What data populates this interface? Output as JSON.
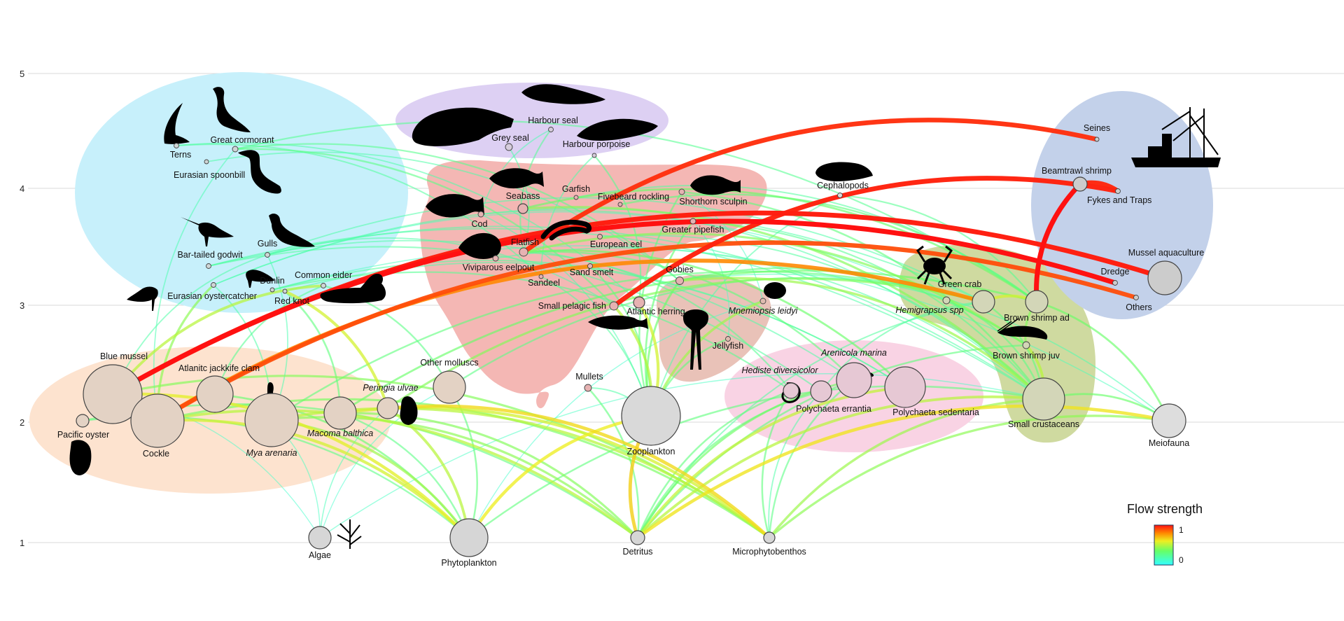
{
  "y_ticks": [
    "1",
    "2",
    "3",
    "4",
    "5"
  ],
  "legend": {
    "title": "Flow strength",
    "max": "1",
    "min": "0"
  },
  "colors": {
    "low": "#33ffff",
    "mid": "#ccee22",
    "high": "#ff1111"
  },
  "groups": [
    {
      "id": "birds",
      "color": "#c7f0fb"
    },
    {
      "id": "mammals",
      "color": "#ddd0f3"
    },
    {
      "id": "fish",
      "color": "#f4b7b4"
    },
    {
      "id": "jelly",
      "color": "#e9c2b8"
    },
    {
      "id": "bivalves",
      "color": "#fde3cf"
    },
    {
      "id": "polychaetes",
      "color": "#f9d3e4"
    },
    {
      "id": "crustaceans",
      "color": "#cfdaa0"
    },
    {
      "id": "fisheries",
      "color": "#c3d1ea"
    }
  ],
  "nodes": [
    {
      "id": "terns",
      "label": "Terns",
      "italic": false,
      "fill": "#cfd6d6"
    },
    {
      "id": "great_cormorant",
      "label": "Great cormorant",
      "italic": false,
      "fill": "#cfd6d6"
    },
    {
      "id": "eurasian_spoonbill",
      "label": "Eurasian spoonbill",
      "italic": false,
      "fill": "#cfd6d6"
    },
    {
      "id": "bar_tailed_godwit",
      "label": "Bar-tailed godwit",
      "italic": false,
      "fill": "#cfd6d6"
    },
    {
      "id": "gulls",
      "label": "Gulls",
      "italic": false,
      "fill": "#cfd6d6"
    },
    {
      "id": "dunlin",
      "label": "Dunlin",
      "italic": false,
      "fill": "#cfd6d6"
    },
    {
      "id": "common_eider",
      "label": "Common eider",
      "italic": false,
      "fill": "#cfd6d6"
    },
    {
      "id": "eurasian_oystercatcher",
      "label": "Eurasian oystercatcher",
      "italic": false,
      "fill": "#cfd6d6"
    },
    {
      "id": "red_knot",
      "label": "Red knot",
      "italic": false,
      "fill": "#cfd6d6"
    },
    {
      "id": "harbour_seal",
      "label": "Harbour seal",
      "italic": false,
      "fill": "#d6ccdc"
    },
    {
      "id": "grey_seal",
      "label": "Grey seal",
      "italic": false,
      "fill": "#d6ccdc"
    },
    {
      "id": "harbour_porpoise",
      "label": "Harbour porpoise",
      "italic": false,
      "fill": "#d6ccdc"
    },
    {
      "id": "seabass",
      "label": "Seabass",
      "italic": false,
      "fill": "#e6b2b2"
    },
    {
      "id": "garfish",
      "label": "Garfish",
      "italic": false,
      "fill": "#e6b2b2"
    },
    {
      "id": "fivebeard_rockling",
      "label": "Fivebeard rockling",
      "italic": false,
      "fill": "#e6b2b2"
    },
    {
      "id": "shorthorn_sculpin",
      "label": "Shorthorn sculpin",
      "italic": false,
      "fill": "#e6b2b2"
    },
    {
      "id": "cod",
      "label": "Cod",
      "italic": false,
      "fill": "#e6b2b2"
    },
    {
      "id": "cephalopods",
      "label": "Cephalopods",
      "italic": false,
      "fill": "#dcdcdc"
    },
    {
      "id": "greater_pipefish",
      "label": "Greater pipefish",
      "italic": false,
      "fill": "#e6b2b2"
    },
    {
      "id": "european_eel",
      "label": "European eel",
      "italic": false,
      "fill": "#e6b2b2"
    },
    {
      "id": "flatfish",
      "label": "Flatfish",
      "italic": false,
      "fill": "#e6b2b2"
    },
    {
      "id": "viviparous_eelpout",
      "label": "Viviparous eelpout",
      "italic": false,
      "fill": "#e6b2b2"
    },
    {
      "id": "sand_smelt",
      "label": "Sand smelt",
      "italic": false,
      "fill": "#e6b2b2"
    },
    {
      "id": "sandeel",
      "label": "Sandeel",
      "italic": false,
      "fill": "#e6b2b2"
    },
    {
      "id": "gobies",
      "label": "Gobies",
      "italic": false,
      "fill": "#e6b2b2"
    },
    {
      "id": "small_pelagic_fish",
      "label": "Small pelagic fish",
      "italic": false,
      "fill": "#e6b2b2"
    },
    {
      "id": "atlantic_herring",
      "label": "Atlantic herring",
      "italic": false,
      "fill": "#e6b2b2"
    },
    {
      "id": "mnemiopsis",
      "label": "Mnemiopsis leidyi",
      "italic": true,
      "fill": "#e0bcb0"
    },
    {
      "id": "jellyfish",
      "label": "Jellyfish",
      "italic": false,
      "fill": "#e0bcb0"
    },
    {
      "id": "mullets",
      "label": "Mullets",
      "italic": false,
      "fill": "#e6b2b2"
    },
    {
      "id": "blue_mussel",
      "label": "Blue mussel",
      "italic": false,
      "fill": "#e3d2c4"
    },
    {
      "id": "atlantic_jackknife",
      "label": "Atlanitc jackkife clam",
      "italic": false,
      "fill": "#e3d2c4"
    },
    {
      "id": "other_molluscs",
      "label": "Other molluscs",
      "italic": false,
      "fill": "#e3d2c4"
    },
    {
      "id": "peringia",
      "label": "Peringia ulvae",
      "italic": true,
      "fill": "#e3d2c4"
    },
    {
      "id": "pacific_oyster",
      "label": "Pacific oyster",
      "italic": false,
      "fill": "#e3d2c4"
    },
    {
      "id": "cockle",
      "label": "Cockle",
      "italic": false,
      "fill": "#e3d2c4"
    },
    {
      "id": "mya_arenaria",
      "label": "Mya arenaria",
      "italic": true,
      "fill": "#e3d2c4"
    },
    {
      "id": "macoma",
      "label": "Macoma balthica",
      "italic": true,
      "fill": "#e3d2c4"
    },
    {
      "id": "zooplankton",
      "label": "Zooplankton",
      "italic": false,
      "fill": "#d9d9d9"
    },
    {
      "id": "hediste",
      "label": "Hediste diversicolor",
      "italic": true,
      "fill": "#e6c8d4"
    },
    {
      "id": "arenicola",
      "label": "Arenicola marina",
      "italic": true,
      "fill": "#e6c8d4"
    },
    {
      "id": "polychaeta_errantia",
      "label": "Polychaeta errantia",
      "italic": false,
      "fill": "#e6c8d4"
    },
    {
      "id": "polychaeta_sedentaria",
      "label": "Polychaeta sedentaria",
      "italic": false,
      "fill": "#e6c8d4"
    },
    {
      "id": "green_crab",
      "label": "Green crab",
      "italic": false,
      "fill": "#d3d6b8"
    },
    {
      "id": "hemigrapsus",
      "label": "Hemigrapsus spp",
      "italic": true,
      "fill": "#d3d6b8"
    },
    {
      "id": "brown_shrimp_ad",
      "label": "Brown shrimp ad",
      "italic": false,
      "fill": "#d3d6b8"
    },
    {
      "id": "brown_shrimp_juv",
      "label": "Brown shrimp juv",
      "italic": false,
      "fill": "#d3d6b8"
    },
    {
      "id": "small_crustaceans",
      "label": "Small crustaceans",
      "italic": false,
      "fill": "#d3d6b8"
    },
    {
      "id": "meiofauna",
      "label": "Meiofauna",
      "italic": false,
      "fill": "#dddddd"
    },
    {
      "id": "seines",
      "label": "Seines",
      "italic": false,
      "fill": "#cccccc"
    },
    {
      "id": "beamtrawl_shrimp",
      "label": "Beamtrawl shrimp",
      "italic": false,
      "fill": "#cccccc"
    },
    {
      "id": "fykes_traps",
      "label": "Fykes and Traps",
      "italic": false,
      "fill": "#cccccc"
    },
    {
      "id": "mussel_aquaculture",
      "label": "Mussel aquaculture",
      "italic": false,
      "fill": "#cccccc"
    },
    {
      "id": "dredge",
      "label": "Dredge",
      "italic": false,
      "fill": "#cccccc"
    },
    {
      "id": "others",
      "label": "Others",
      "italic": false,
      "fill": "#cccccc"
    },
    {
      "id": "algae",
      "label": "Algae",
      "italic": false,
      "fill": "#d6d6d6"
    },
    {
      "id": "phytoplankton",
      "label": "Phytoplankton",
      "italic": false,
      "fill": "#d6d6d6"
    },
    {
      "id": "detritus",
      "label": "Detritus",
      "italic": false,
      "fill": "#d6d6d6"
    },
    {
      "id": "microphytobenthos",
      "label": "Microphytobenthos",
      "italic": false,
      "fill": "#d6d6d6"
    }
  ],
  "flows": [
    {
      "from": "blue_mussel",
      "to": "dredge",
      "strength": 1.0
    },
    {
      "from": "blue_mussel",
      "to": "mussel_aquaculture",
      "strength": 0.98
    },
    {
      "from": "brown_shrimp_ad",
      "to": "beamtrawl_shrimp",
      "strength": 1.0
    },
    {
      "from": "small_pelagic_fish",
      "to": "fykes_traps",
      "strength": 0.97
    },
    {
      "from": "flatfish",
      "to": "seines",
      "strength": 0.95
    },
    {
      "from": "beamtrawl_shrimp",
      "to": "fykes_traps",
      "strength": 0.96
    },
    {
      "from": "cockle",
      "to": "others",
      "strength": 0.9
    },
    {
      "from": "cockle",
      "to": "green_crab",
      "strength": 0.8
    },
    {
      "from": "green_crab",
      "to": "brown_shrimp_ad",
      "strength": 0.55
    },
    {
      "from": "phytoplankton",
      "to": "zooplankton",
      "strength": 0.6
    },
    {
      "from": "phytoplankton",
      "to": "blue_mussel",
      "strength": 0.58
    },
    {
      "from": "phytoplankton",
      "to": "cockle",
      "strength": 0.55
    },
    {
      "from": "detritus",
      "to": "zooplankton",
      "strength": 0.66
    },
    {
      "from": "detritus",
      "to": "polychaeta_sedentaria",
      "strength": 0.52
    },
    {
      "from": "detritus",
      "to": "small_crustaceans",
      "strength": 0.5
    },
    {
      "from": "detritus",
      "to": "meiofauna",
      "strength": 0.62
    },
    {
      "from": "microphytobenthos",
      "to": "peringia",
      "strength": 0.64
    },
    {
      "from": "microphytobenthos",
      "to": "macoma",
      "strength": 0.55
    },
    {
      "from": "microphytobenthos",
      "to": "mya_arenaria",
      "strength": 0.5
    },
    {
      "from": "zooplankton",
      "to": "atlantic_herring",
      "strength": 0.55
    },
    {
      "from": "zooplankton",
      "to": "small_pelagic_fish",
      "strength": 0.5
    },
    {
      "from": "zooplankton",
      "to": "mnemiopsis",
      "strength": 0.45
    },
    {
      "from": "cockle",
      "to": "eurasian_oystercatcher",
      "strength": 0.42
    },
    {
      "from": "blue_mussel",
      "to": "common_eider",
      "strength": 0.5
    },
    {
      "from": "peringia",
      "to": "red_knot",
      "strength": 0.55
    },
    {
      "from": "small_crustaceans",
      "to": "gobies",
      "strength": 0.45
    },
    {
      "from": "small_crustaceans",
      "to": "brown_shrimp_juv",
      "strength": 0.5
    },
    {
      "from": "brown_shrimp_juv",
      "to": "brown_shrimp_ad",
      "strength": 0.4
    },
    {
      "from": "polychaeta_sedentaria",
      "to": "flatfish",
      "strength": 0.35
    },
    {
      "from": "meiofauna",
      "to": "brown_shrimp_ad",
      "strength": 0.35
    },
    {
      "from": "small_crustaceans",
      "to": "gulls",
      "strength": 0.2
    },
    {
      "from": "atlantic_herring",
      "to": "harbour_porpoise",
      "strength": 0.25
    },
    {
      "from": "small_pelagic_fish",
      "to": "great_cormorant",
      "strength": 0.28
    },
    {
      "from": "sandeel",
      "to": "terns",
      "strength": 0.22
    },
    {
      "from": "flatfish",
      "to": "grey_seal",
      "strength": 0.2
    },
    {
      "from": "cod",
      "to": "harbour_seal",
      "strength": 0.18
    },
    {
      "from": "gobies",
      "to": "eurasian_spoonbill",
      "strength": 0.2
    },
    {
      "from": "polychaeta_errantia",
      "to": "bar_tailed_godwit",
      "strength": 0.22
    },
    {
      "from": "arenicola",
      "to": "bar_tailed_godwit",
      "strength": 0.2
    },
    {
      "from": "hediste",
      "to": "dunlin",
      "strength": 0.25
    },
    {
      "from": "macoma",
      "to": "red_knot",
      "strength": 0.3
    },
    {
      "from": "mya_arenaria",
      "to": "gulls",
      "strength": 0.18
    },
    {
      "from": "algae",
      "to": "peringia",
      "strength": 0.16
    },
    {
      "from": "algae",
      "to": "mya_arenaria",
      "strength": 0.14
    },
    {
      "from": "algae",
      "to": "other_molluscs",
      "strength": 0.12
    },
    {
      "from": "phytoplankton",
      "to": "other_molluscs",
      "strength": 0.3
    },
    {
      "from": "phytoplankton",
      "to": "atlantic_jackknife",
      "strength": 0.33
    },
    {
      "from": "phytoplankton",
      "to": "pacific_oyster",
      "strength": 0.28
    },
    {
      "from": "phytoplankton",
      "to": "macoma",
      "strength": 0.28
    },
    {
      "from": "detritus",
      "to": "mullets",
      "strength": 0.3
    },
    {
      "from": "detritus",
      "to": "hediste",
      "strength": 0.3
    },
    {
      "from": "detritus",
      "to": "arenicola",
      "strength": 0.36
    },
    {
      "from": "detritus",
      "to": "polychaeta_errantia",
      "strength": 0.3
    },
    {
      "from": "microphytobenthos",
      "to": "polychaeta_errantia",
      "strength": 0.2
    },
    {
      "from": "microphytobenthos",
      "to": "meiofauna",
      "strength": 0.42
    },
    {
      "from": "microphytobenthos",
      "to": "cockle",
      "strength": 0.38
    },
    {
      "from": "zooplankton",
      "to": "sand_smelt",
      "strength": 0.28
    },
    {
      "from": "zooplankton",
      "to": "jellyfish",
      "strength": 0.3
    },
    {
      "from": "zooplankton",
      "to": "sandeel",
      "strength": 0.22
    },
    {
      "from": "small_crustaceans",
      "to": "shorthorn_sculpin",
      "strength": 0.3
    },
    {
      "from": "small_crustaceans",
      "to": "cod",
      "strength": 0.2
    },
    {
      "from": "small_crustaceans",
      "to": "greater_pipefish",
      "strength": 0.25
    },
    {
      "from": "small_crustaceans",
      "to": "european_eel",
      "strength": 0.22
    },
    {
      "from": "small_crustaceans",
      "to": "viviparous_eelpout",
      "strength": 0.2
    },
    {
      "from": "brown_shrimp_ad",
      "to": "seabass",
      "strength": 0.35
    },
    {
      "from": "brown_shrimp_ad",
      "to": "fivebeard_rockling",
      "strength": 0.3
    },
    {
      "from": "brown_shrimp_ad",
      "to": "garfish",
      "strength": 0.22
    },
    {
      "from": "brown_shrimp_ad",
      "to": "cephalopods",
      "strength": 0.25
    },
    {
      "from": "brown_shrimp_juv",
      "to": "flatfish",
      "strength": 0.4
    },
    {
      "from": "brown_shrimp_juv",
      "to": "gobies",
      "strength": 0.3
    },
    {
      "from": "green_crab",
      "to": "gulls",
      "strength": 0.2
    },
    {
      "from": "hemigrapsus",
      "to": "eurasian_oystercatcher",
      "strength": 0.15
    },
    {
      "from": "polychaeta_sedentaria",
      "to": "dunlin",
      "strength": 0.22
    },
    {
      "from": "polychaeta_sedentaria",
      "to": "red_knot",
      "strength": 0.2
    },
    {
      "from": "cockle",
      "to": "great_cormorant",
      "strength": 0.18
    },
    {
      "from": "blue_mussel",
      "to": "gulls",
      "strength": 0.2
    },
    {
      "from": "other_molluscs",
      "to": "common_eider",
      "strength": 0.28
    },
    {
      "from": "atlantic_jackknife",
      "to": "common_eider",
      "strength": 0.25
    },
    {
      "from": "mya_arenaria",
      "to": "eurasian_oystercatcher",
      "strength": 0.2
    },
    {
      "from": "meiofauna",
      "to": "small_crustaceans",
      "strength": 0.35
    },
    {
      "from": "meiofauna",
      "to": "gobies",
      "strength": 0.18
    },
    {
      "from": "small_crustaceans",
      "to": "green_crab",
      "strength": 0.3
    },
    {
      "from": "small_crustaceans",
      "to": "hemigrapsus",
      "strength": 0.28
    },
    {
      "from": "polychaeta_errantia",
      "to": "green_crab",
      "strength": 0.22
    },
    {
      "from": "gobies",
      "to": "great_cormorant",
      "strength": 0.26
    },
    {
      "from": "flatfish",
      "to": "harbour_seal",
      "strength": 0.24
    },
    {
      "from": "sandeel",
      "to": "harbour_porpoise",
      "strength": 0.2
    },
    {
      "from": "atlantic_herring",
      "to": "terns",
      "strength": 0.2
    },
    {
      "from": "small_pelagic_fish",
      "to": "gulls",
      "strength": 0.2
    },
    {
      "from": "zooplankton",
      "to": "mullets",
      "strength": 0.2
    },
    {
      "from": "detritus",
      "to": "green_crab",
      "strength": 0.22
    },
    {
      "from": "detritus",
      "to": "brown_shrimp_juv",
      "strength": 0.3
    },
    {
      "from": "phytoplankton",
      "to": "mnemiopsis",
      "strength": 0.12
    },
    {
      "from": "phytoplankton",
      "to": "small_crustaceans",
      "strength": 0.3
    },
    {
      "from": "algae",
      "to": "small_crustaceans",
      "strength": 0.14
    },
    {
      "from": "algae",
      "to": "blue_mussel",
      "strength": 0.12
    },
    {
      "from": "microphytobenthos",
      "to": "small_crustaceans",
      "strength": 0.45
    },
    {
      "from": "microphytobenthos",
      "to": "hediste",
      "strength": 0.3
    },
    {
      "from": "microphytobenthos",
      "to": "arenicola",
      "strength": 0.28
    },
    {
      "from": "detritus",
      "to": "cockle",
      "strength": 0.5
    },
    {
      "from": "detritus",
      "to": "mya_arenaria",
      "strength": 0.42
    },
    {
      "from": "detritus",
      "to": "macoma",
      "strength": 0.4
    },
    {
      "from": "zooplankton",
      "to": "shorthorn_sculpin",
      "strength": 0.3
    },
    {
      "from": "zooplankton",
      "to": "gobies",
      "strength": 0.35
    },
    {
      "from": "zooplankton",
      "to": "greater_pipefish",
      "strength": 0.32
    },
    {
      "from": "hediste",
      "to": "flatfish",
      "strength": 0.25
    },
    {
      "from": "arenicola",
      "to": "flatfish",
      "strength": 0.3
    },
    {
      "from": "other_molluscs",
      "to": "green_crab",
      "strength": 0.28
    },
    {
      "from": "macoma",
      "to": "brown_shrimp_ad",
      "strength": 0.35
    },
    {
      "from": "peringia",
      "to": "green_crab",
      "strength": 0.4
    },
    {
      "from": "mya_arenaria",
      "to": "green_crab",
      "strength": 0.3
    },
    {
      "from": "phytoplankton",
      "to": "mya_arenaria",
      "strength": 0.45
    },
    {
      "from": "phytoplankton",
      "to": "peringia",
      "strength": 0.5
    },
    {
      "from": "detritus",
      "to": "pacific_oyster",
      "strength": 0.3
    },
    {
      "from": "microphytobenthos",
      "to": "blue_mussel",
      "strength": 0.4
    },
    {
      "from": "zooplankton",
      "to": "cod",
      "strength": 0.18
    },
    {
      "from": "zooplankton",
      "to": "cephalopods",
      "strength": 0.2
    },
    {
      "from": "meiofauna",
      "to": "dunlin",
      "strength": 0.15
    },
    {
      "from": "small_crustaceans",
      "to": "bar_tailed_godwit",
      "strength": 0.2
    },
    {
      "from": "small_crustaceans",
      "to": "seabass",
      "strength": 0.4
    },
    {
      "from": "brown_shrimp_ad",
      "to": "great_cormorant",
      "strength": 0.25
    },
    {
      "from": "green_crab",
      "to": "eurasian_oystercatcher",
      "strength": 0.2
    },
    {
      "from": "jellyfish",
      "to": "greater_pipefish",
      "strength": 0.12
    },
    {
      "from": "mnemiopsis",
      "to": "shorthorn_sculpin",
      "strength": 0.14
    }
  ]
}
